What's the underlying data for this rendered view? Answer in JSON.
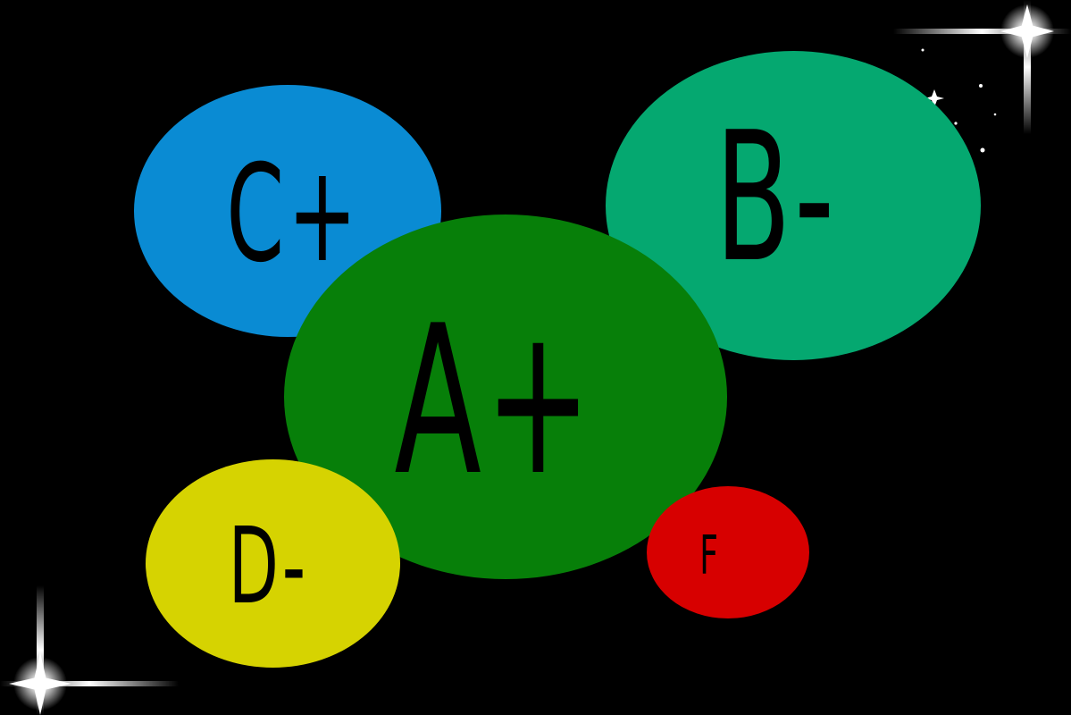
{
  "colors": {
    "background": "#000000",
    "c_plus": "#0a8bd3",
    "b_minus": "#05a870",
    "a_plus": "#077f09",
    "d_minus": "#d6d301",
    "f": "#d70000",
    "text": "#000000",
    "sparkle": "#ffffff"
  },
  "grades": {
    "c_plus": "C+",
    "b_minus": "B-",
    "a_plus": "A+",
    "d_minus": "D-",
    "f": "F"
  },
  "icons": {
    "top_right": "sparkle-star-icon",
    "bottom_left": "sparkle-star-icon"
  }
}
